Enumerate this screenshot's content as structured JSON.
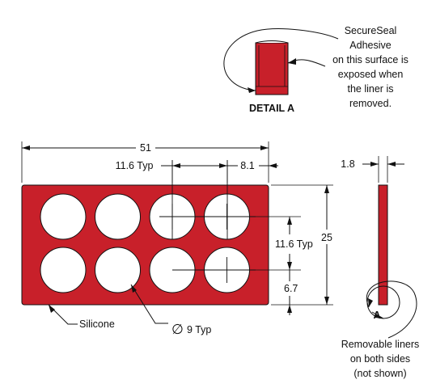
{
  "colors": {
    "part_fill": "#c8202a",
    "part_dark": "#8e0f15",
    "line": "#111111",
    "background": "#ffffff"
  },
  "detail_a": {
    "title": "DETAIL A",
    "note_lines": [
      "SecureSeal",
      "Adhesive",
      "on this surface is",
      "exposed when",
      "the liner is",
      "removed."
    ]
  },
  "front_view": {
    "overall_width": "51",
    "hole_pitch": "11.6 Typ",
    "edge_offset_top": "8.1",
    "vertical_pitch": "11.6 Typ",
    "overall_height": "25",
    "edge_offset_bottom": "6.7",
    "material_label": "Silicone",
    "hole_diameter_label": "9 Typ",
    "diameter_symbol": "∅",
    "hole_rows": 2,
    "hole_columns": 4
  },
  "side_view": {
    "thickness": "1.8",
    "detail_callout": "A",
    "liner_note_lines": [
      "Removable liners",
      "on both sides",
      "(not shown)"
    ]
  }
}
